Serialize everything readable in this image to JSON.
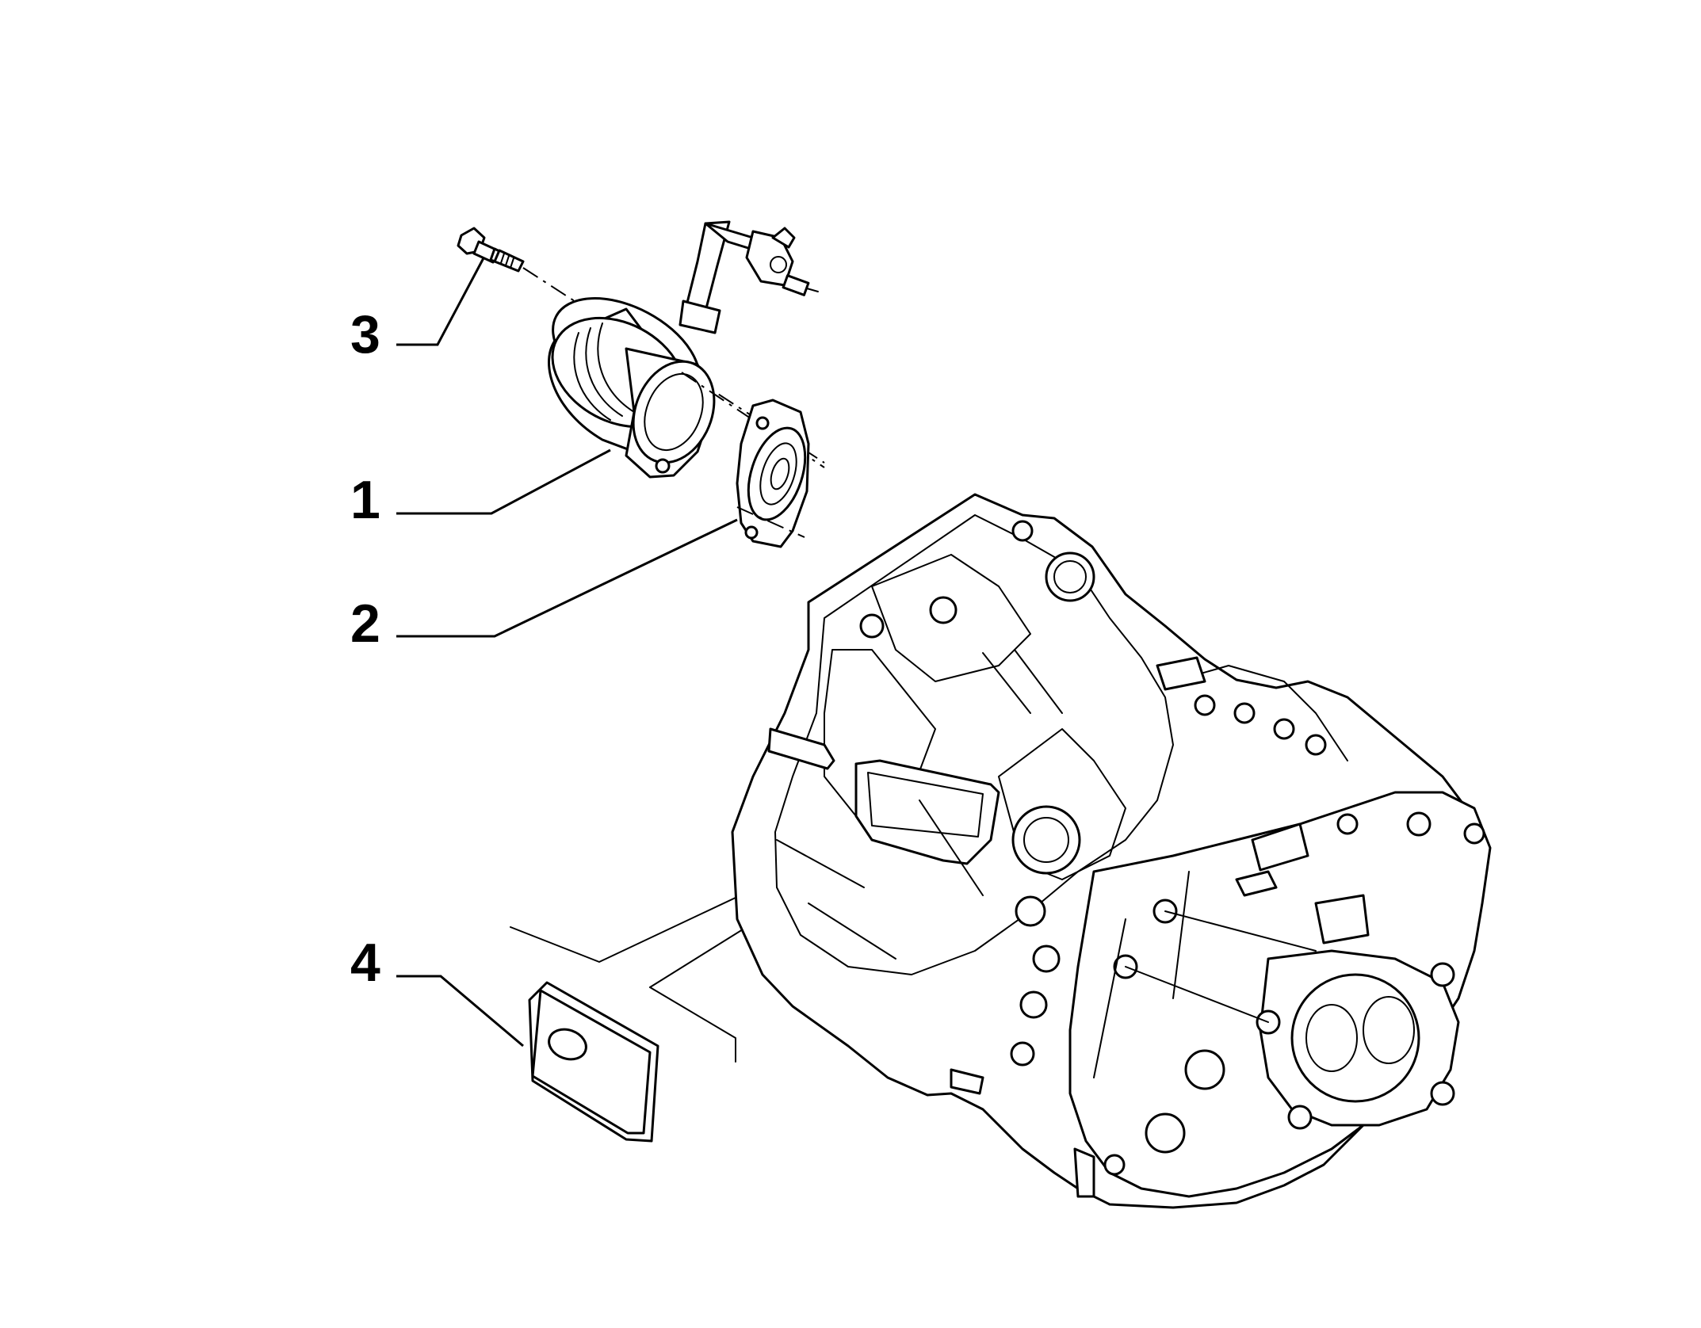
{
  "callouts": [
    {
      "number": "3",
      "part": "bolt"
    },
    {
      "number": "1",
      "part": "slave-cylinder"
    },
    {
      "number": "2",
      "part": "gasket"
    },
    {
      "number": "4",
      "part": "cover-plug"
    }
  ],
  "colors": {
    "line": "#000000",
    "background": "#ffffff"
  }
}
